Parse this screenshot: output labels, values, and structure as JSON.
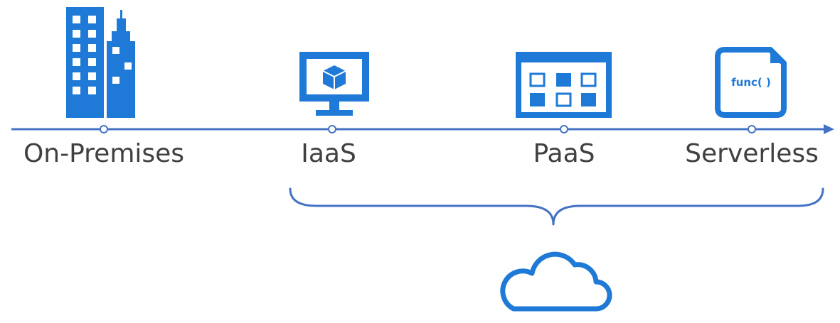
{
  "colors": {
    "icon_blue": "#1e7ad6",
    "line_blue": "#4472c4",
    "label_gray": "#404040"
  },
  "stages": [
    {
      "label": "On-Premises",
      "icon": "buildings-icon"
    },
    {
      "label": "IaaS",
      "icon": "monitor-cube-icon"
    },
    {
      "label": "PaaS",
      "icon": "app-grid-window-icon"
    },
    {
      "label": "Serverless",
      "icon": "function-document-icon"
    }
  ],
  "serverless_icon_text": "func( )",
  "cloud": {
    "icon": "cloud-icon"
  }
}
